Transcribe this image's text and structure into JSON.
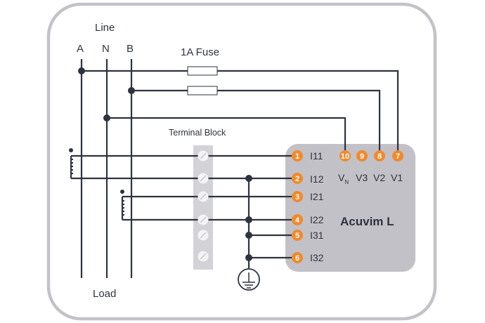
{
  "colors": {
    "frame": "#c3c2c8",
    "meter_fill": "#c2c1c7",
    "terminal_block": "#d3d2d7",
    "wire": "#2e3340",
    "pin": "#f08a2c",
    "text": "#2e3340"
  },
  "labels": {
    "line": "Line",
    "phase_a": "A",
    "neutral": "N",
    "phase_b": "B",
    "fuse": "1A Fuse",
    "terminal_block": "Terminal Block",
    "load": "Load"
  },
  "meter": {
    "name": "Acuvim L",
    "current_pins": [
      {
        "num": "1",
        "label": "I11"
      },
      {
        "num": "2",
        "label": "I12"
      },
      {
        "num": "3",
        "label": "I21"
      },
      {
        "num": "4",
        "label": "I22"
      },
      {
        "num": "5",
        "label": "I31"
      },
      {
        "num": "6",
        "label": "I32"
      }
    ],
    "voltage_pins": [
      {
        "num": "10",
        "label": "V",
        "sub": "N"
      },
      {
        "num": "9",
        "label": "V3"
      },
      {
        "num": "8",
        "label": "V2"
      },
      {
        "num": "7",
        "label": "V1"
      }
    ]
  },
  "icons": {
    "ground": "ground-icon",
    "screw": "screw-terminal-icon",
    "ct": "current-transformer-icon",
    "fuse": "fuse-icon"
  }
}
